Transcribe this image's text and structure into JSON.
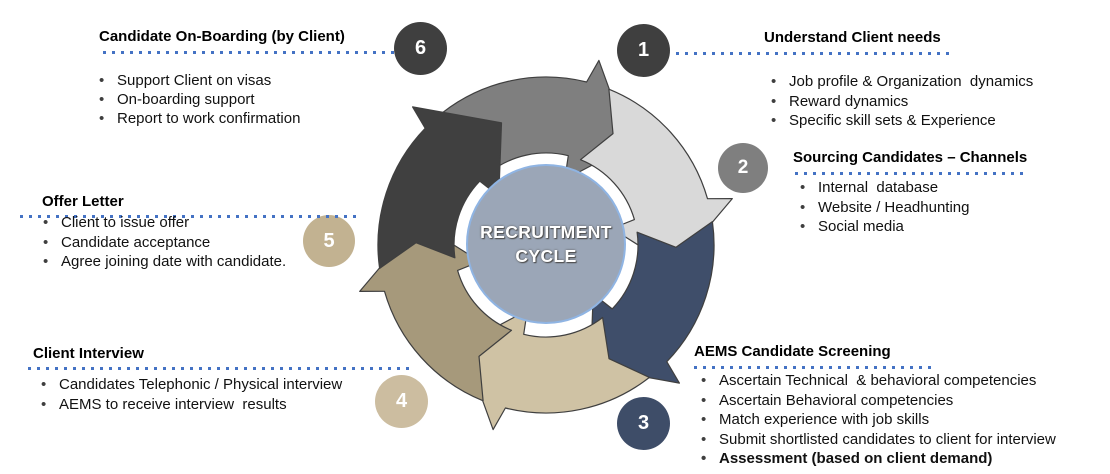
{
  "diagram": {
    "center": {
      "title_line1": "RECRUITMENT",
      "title_line2": "CYCLE",
      "fill_color": "#9BA6B7",
      "border_color": "#8FB4E3"
    },
    "dotted_line_color": "#4472C4",
    "steps": [
      {
        "number": "1",
        "badge_color": "#3F3F3F",
        "arrow_color": "#7F7F7F",
        "heading": "Understand Client needs",
        "bullets": [
          "Job profile & Organization  dynamics",
          "Reward dynamics",
          "Specific skill sets & Experience"
        ]
      },
      {
        "number": "2",
        "badge_color": "#7F7F7F",
        "arrow_color": "#D9D9D9",
        "heading": "Sourcing Candidates – Channels",
        "bullets": [
          "Internal  database",
          "Website / Headhunting",
          "Social media"
        ]
      },
      {
        "number": "3",
        "badge_color": "#3E4D68",
        "arrow_color": "#3F4E6A",
        "heading": "AEMS Candidate Screening",
        "bullets": [
          "Ascertain Technical  & behavioral competencies",
          "Ascertain Behavioral competencies",
          "Match experience with job skills",
          "Submit shortlisted candidates to client for interview",
          "Assessment (based on client demand)"
        ],
        "bold_last": true
      },
      {
        "number": "4",
        "badge_color": "#CCBDA0",
        "arrow_color": "#CFC2A4",
        "heading": "Client Interview",
        "bullets": [
          "Candidates Telephonic / Physical interview",
          "AEMS to receive interview  results"
        ]
      },
      {
        "number": "5",
        "badge_color": "#C2B291",
        "arrow_color": "#A6997B",
        "heading": "Offer Letter",
        "bullets": [
          "Client to issue offer",
          "Candidate acceptance",
          "Agree joining date with candidate."
        ]
      },
      {
        "number": "6",
        "badge_color": "#3F3F3F",
        "arrow_color": "#404040",
        "heading": "Candidate On-Boarding (by Client)",
        "bullets": [
          "Support Client on visas",
          "On-boarding support",
          "Report to work confirmation"
        ]
      }
    ]
  }
}
